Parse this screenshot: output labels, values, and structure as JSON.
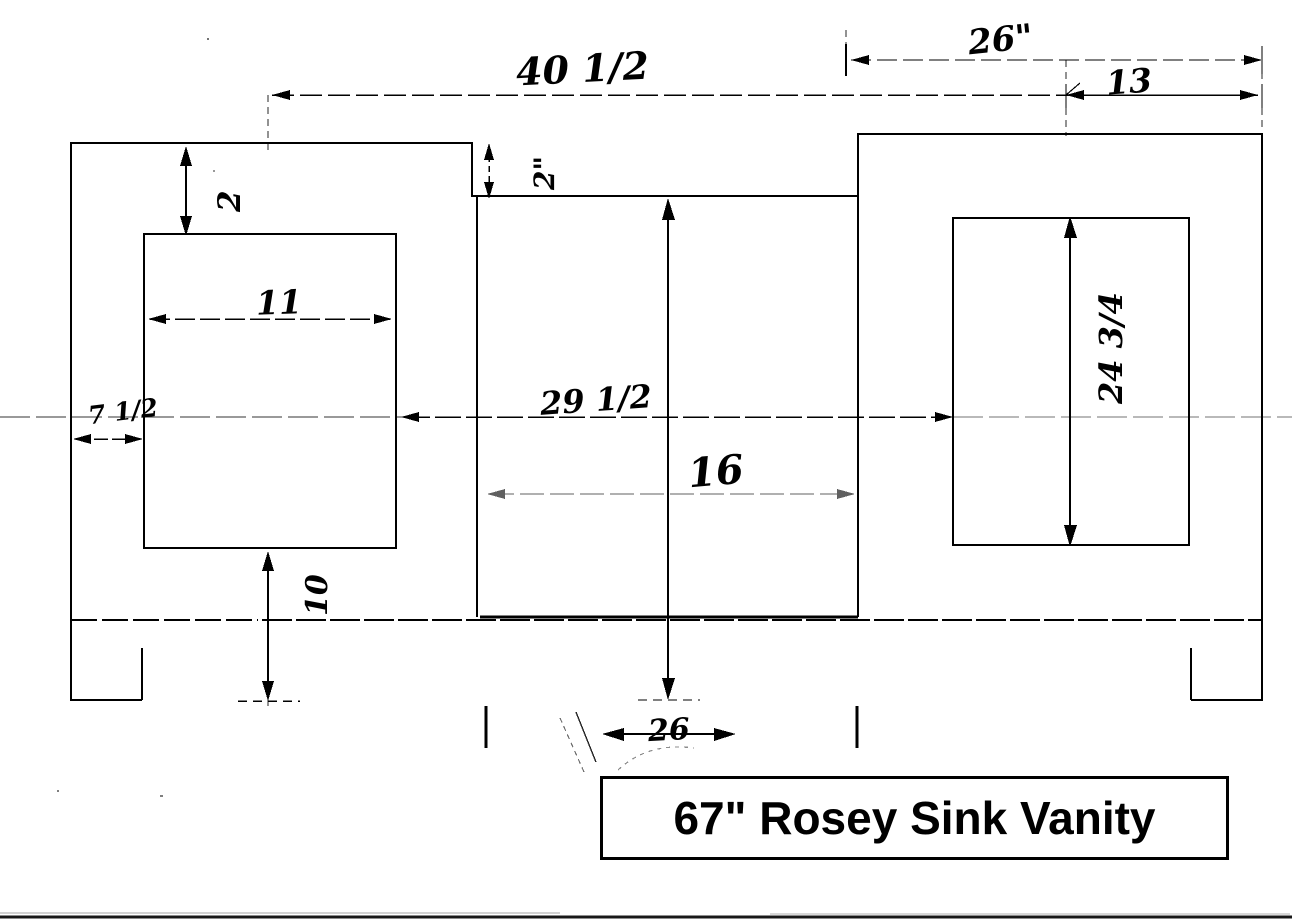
{
  "document": {
    "kind": "hand-annotated shop drawing",
    "title_plate": {
      "label": "67\" Rosey Sink Vanity"
    }
  },
  "dimensions": {
    "overall_top_left": "40 1/2",
    "overall_top_right": "26\"",
    "right_panel_width": "13",
    "left_top_offset": "2",
    "center_top_offset": "2\"",
    "left_drawer_width": "11",
    "left_side_offset": "7 1/2",
    "left_bottom_offset": "10",
    "center_span": "29 1/2",
    "center_height": "16",
    "right_panel_height": "24 3/4",
    "bottom_center": "26"
  },
  "annotations": [
    {
      "id": "d-40-half",
      "text": "40 1/2",
      "whole": "40",
      "num": "1",
      "den": "2"
    },
    {
      "id": "d-26-top",
      "text": "26\"",
      "whole": "26",
      "num": "",
      "den": ""
    },
    {
      "id": "d-13",
      "text": "13",
      "whole": "13",
      "num": "",
      "den": ""
    },
    {
      "id": "d-2-left",
      "text": "2",
      "whole": "2",
      "num": "",
      "den": ""
    },
    {
      "id": "d-2-center",
      "text": "2\"",
      "whole": "2",
      "num": "",
      "den": ""
    },
    {
      "id": "d-11",
      "text": "11",
      "whole": "11",
      "num": "",
      "den": ""
    },
    {
      "id": "d-7-half",
      "text": "7 1/2",
      "whole": "7",
      "num": "1",
      "den": "2"
    },
    {
      "id": "d-10",
      "text": "10",
      "whole": "10",
      "num": "",
      "den": ""
    },
    {
      "id": "d-29-half",
      "text": "29 1/2",
      "whole": "29",
      "num": "1",
      "den": "2"
    },
    {
      "id": "d-16",
      "text": "16",
      "whole": "16",
      "num": "",
      "den": ""
    },
    {
      "id": "d-24-3q",
      "text": "24 3/4",
      "whole": "24",
      "num": "3",
      "den": "4"
    },
    {
      "id": "d-26-bot",
      "text": "26",
      "whole": "26",
      "num": "",
      "den": ""
    }
  ],
  "colors": {
    "ink": "#000000",
    "paper": "#ffffff"
  }
}
